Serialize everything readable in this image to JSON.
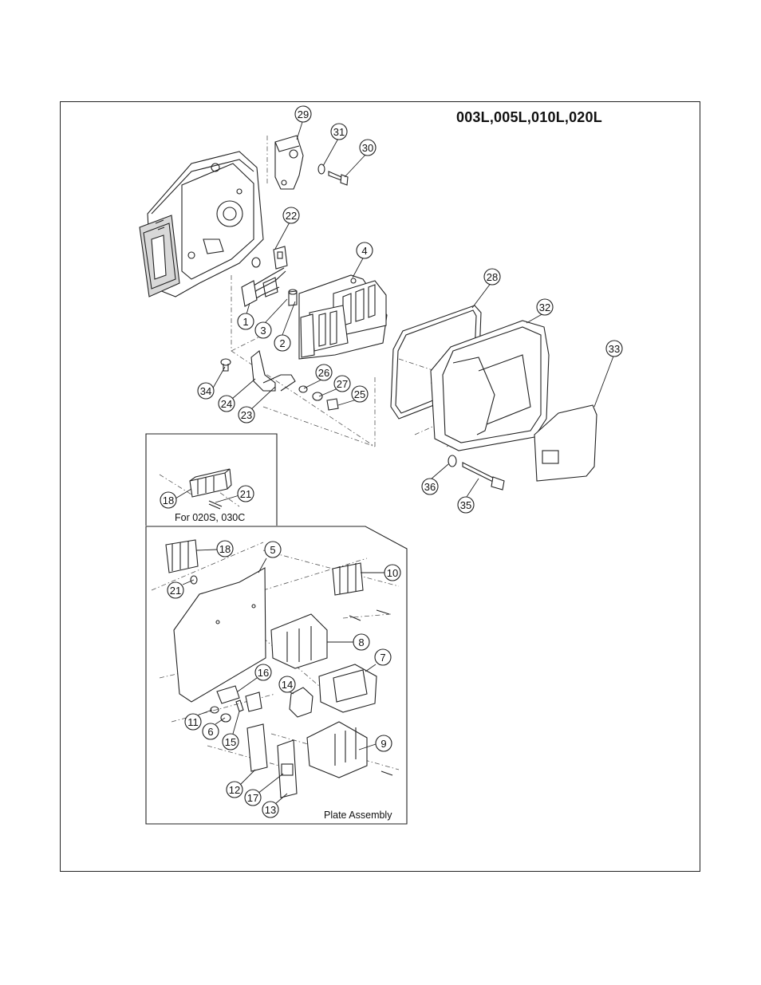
{
  "title": "003L,005L,010L,020L",
  "inset_top_caption": "For 020S, 030C",
  "inset_bottom_caption": "Plate Assembly",
  "callouts": {
    "c1": "1",
    "c2": "2",
    "c3": "3",
    "c4": "4",
    "c5": "5",
    "c6": "6",
    "c7": "7",
    "c8": "8",
    "c9": "9",
    "c10": "10",
    "c11": "11",
    "c12": "12",
    "c13": "13",
    "c14": "14",
    "c15": "15",
    "c16": "16",
    "c17": "17",
    "c18a": "18",
    "c18b": "18",
    "c21a": "21",
    "c21b": "21",
    "c22": "22",
    "c23": "23",
    "c24": "24",
    "c25": "25",
    "c26": "26",
    "c27": "27",
    "c28": "28",
    "c29": "29",
    "c30": "30",
    "c31": "31",
    "c32": "32",
    "c33": "33",
    "c34": "34",
    "c35": "35",
    "c36": "36"
  }
}
